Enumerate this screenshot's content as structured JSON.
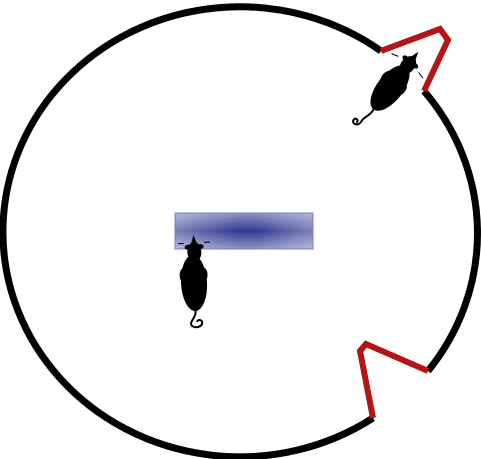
{
  "colors": {
    "background": "#ffffff",
    "arena_wall": "#000000",
    "doors": "#b51414",
    "platform_edge": "#6a6fb2",
    "platform_center": "#2f3590",
    "mouse": "#000000"
  },
  "scene": {
    "arena_shape": "circle",
    "doors": [
      "door-upper-right",
      "door-lower-right"
    ],
    "platform_shape": "rectangle",
    "animals": [
      "mouse-upper-right",
      "mouse-center"
    ]
  }
}
